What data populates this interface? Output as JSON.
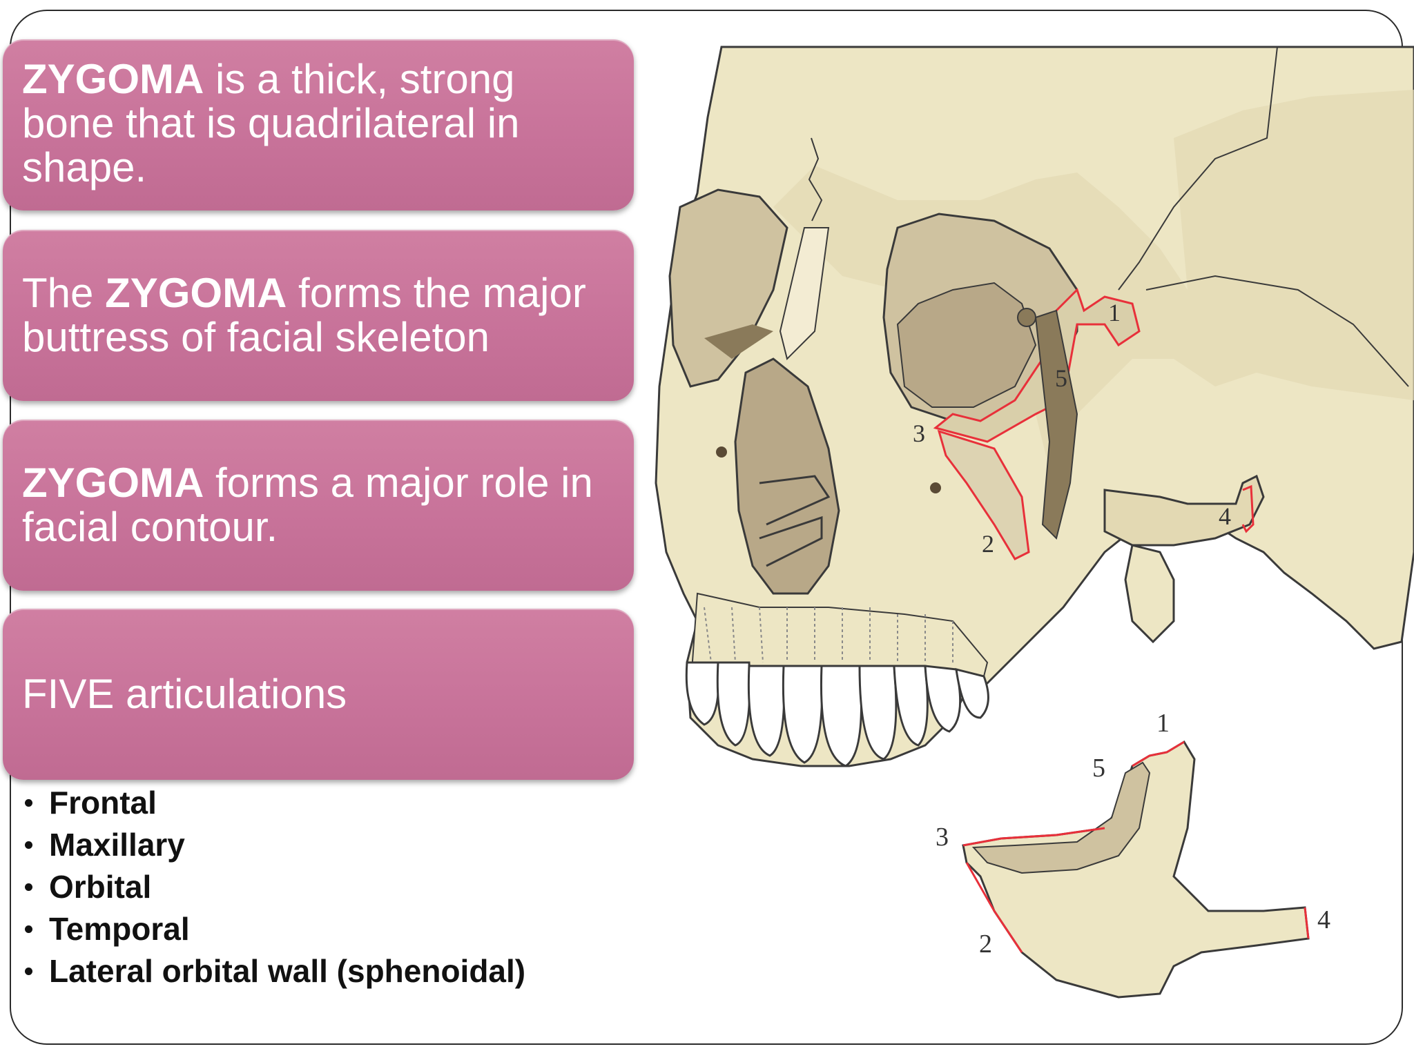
{
  "boxes": [
    {
      "bold": "ZYGOMA",
      "rest": " is a thick, strong bone that is quadrilateral in shape."
    },
    {
      "pre": "The ",
      "bold": "ZYGOMA",
      "rest": " forms the major buttress of facial skeleton"
    },
    {
      "bold": "ZYGOMA",
      "rest": " forms a major role in facial contour."
    },
    {
      "text": "FIVE articulations"
    }
  ],
  "articulations": [
    "Frontal",
    "Maxillary",
    "Orbital",
    "Temporal",
    "Lateral orbital wall (sphenoidal)"
  ],
  "figure": {
    "skull_labels": [
      "1",
      "5",
      "3",
      "2",
      "4"
    ],
    "zygoma_labels": [
      "1",
      "5",
      "3",
      "2",
      "4"
    ],
    "colors": {
      "bone": "#ede6c4",
      "shade": "#cfc2a0",
      "dark": "#a89676",
      "outline": "#3a3a3a",
      "suture": "#e8303a"
    }
  }
}
